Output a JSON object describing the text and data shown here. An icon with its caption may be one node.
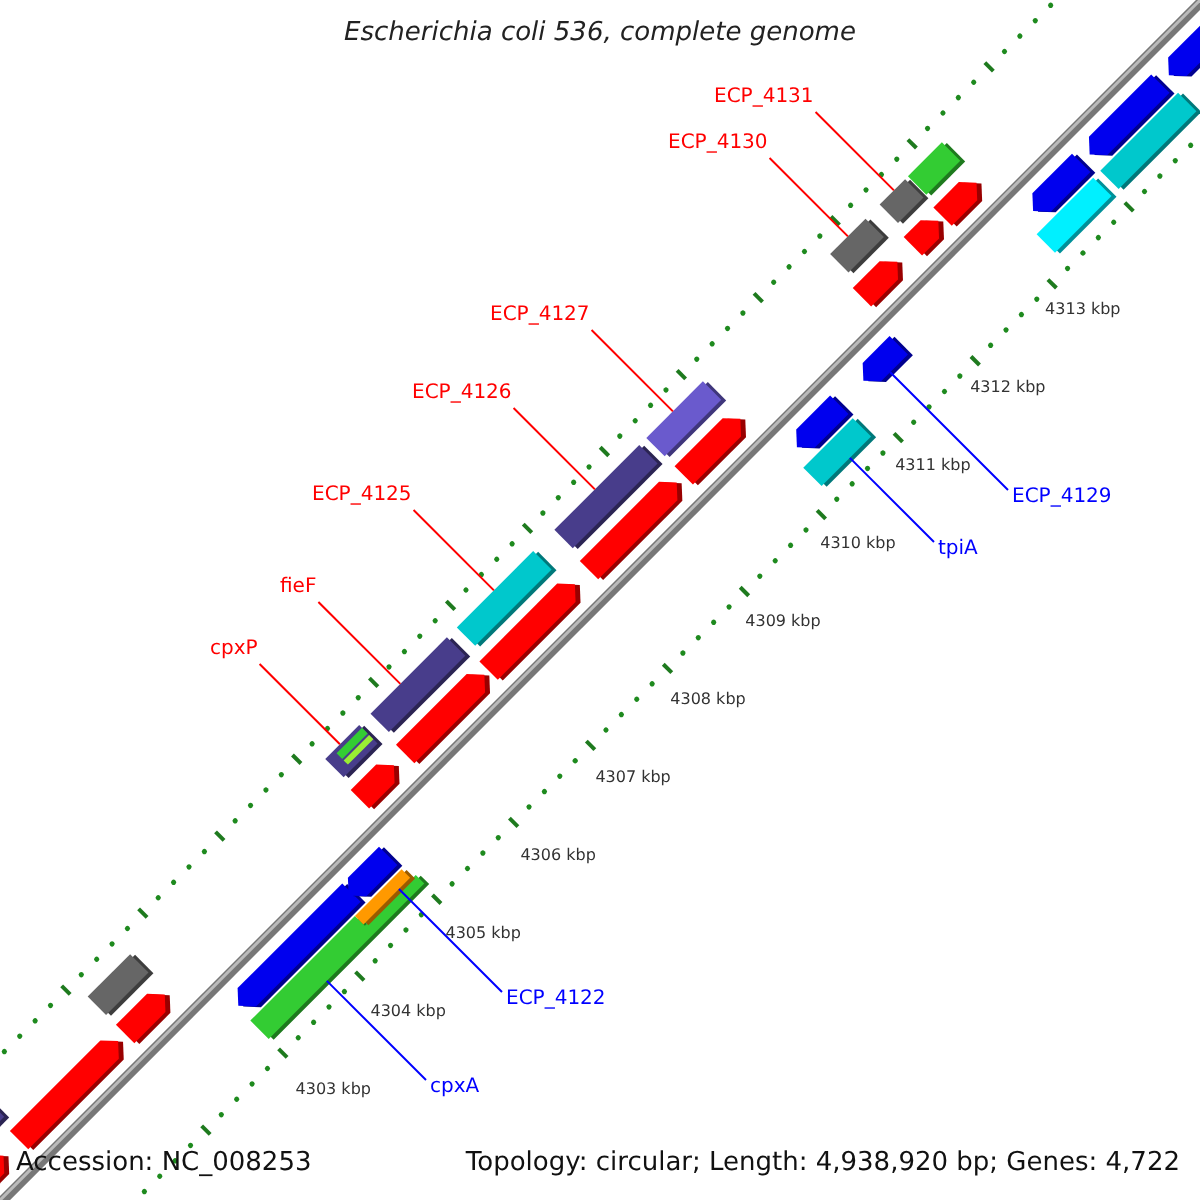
{
  "diagram": {
    "title": "Escherichia coli 536, complete genome",
    "nodes": [
      {
        "text": [
          "ECP_4131"
        ]
      },
      {
        "text": [],
        "shape": "bar"
      },
      {
        "text": [
          "ECP_4130"
        ]
      },
      {
        "text": [],
        "shape": "bar"
      },
      {
        "text": [
          "ECP_4127"
        ]
      },
      {
        "text": [],
        "shape": "bar"
      },
      {
        "text": [
          "ECP_4126"
        ]
      },
      {
        "text": [],
        "shape": "bar"
      },
      {
        "text": [
          "ECP_4125"
        ]
      },
      {
        "text": [],
        "shape": "bar"
      },
      {
        "text": [
          "fieF"
        ]
      },
      {
        "text": [],
        "shape": "bar"
      },
      {
        "text": [
          "cpxP"
        ]
      },
      {
        "text": [],
        "shape": "bar"
      },
      {
        "text": [
          "ECP_4129"
        ]
      },
      {
        "text": [],
        "shape": "pentagon"
      },
      {
        "text": [
          "tpiA"
        ]
      },
      {
        "text": [],
        "shape": "bar"
      },
      {
        "text": [
          "ECP_4122"
        ]
      },
      {
        "text": [],
        "shape": "bar"
      },
      {
        "text": [
          "cpxA"
        ]
      },
      {
        "text": [],
        "shape": "bar"
      },
      {
        "text": [],
        "shape": "pentagon"
      },
      {
        "text": [],
        "shape": "bar"
      },
      {
        "text": [],
        "shape": "pentagon"
      },
      {
        "text": [],
        "shape": "bar"
      },
      {
        "text": [],
        "shape": "pentagon"
      },
      {
        "text": [],
        "shape": "pentagon"
      },
      {
        "text": [],
        "shape": "pentagon"
      },
      {
        "text": [],
        "shape": "pentagon"
      },
      {
        "text": [],
        "shape": "pentagon"
      },
      {
        "text": [],
        "shape": "pentagon"
      },
      {
        "text": [],
        "shape": "pentagon"
      },
      {
        "text": [],
        "shape": "pentagon"
      },
      {
        "text": [],
        "shape": "pentagon"
      },
      {
        "text": [],
        "shape": "pentagon"
      },
      {
        "text": [],
        "shape": "pentagon"
      },
      {
        "text": [],
        "shape": "pentagon"
      },
      {
        "text": [],
        "shape": "bar"
      },
      {
        "text": [],
        "shape": "bar"
      },
      {
        "text": [],
        "shape": "pentagon"
      },
      {
        "text": [],
        "shape": "bar"
      },
      {
        "text": [],
        "shape": "pentagon"
      },
      {
        "text": [],
        "shape": "pentagon"
      }
    ],
    "edges": [
      {
        "from": 0,
        "to": 1,
        "arrow": "none"
      },
      {
        "from": 2,
        "to": 3,
        "arrow": "none"
      },
      {
        "from": 4,
        "to": 5,
        "arrow": "none"
      },
      {
        "from": 6,
        "to": 7,
        "arrow": "none"
      },
      {
        "from": 8,
        "to": 9,
        "arrow": "none"
      },
      {
        "from": 10,
        "to": 11,
        "arrow": "none"
      },
      {
        "from": 12,
        "to": 13,
        "arrow": "none"
      },
      {
        "from": 14,
        "to": 15,
        "arrow": "none",
        "color": "#0000ff"
      },
      {
        "from": 16,
        "to": 17,
        "arrow": "none",
        "color": "#0000ff"
      },
      {
        "from": 18,
        "to": 19,
        "arrow": "none",
        "color": "#0000ff"
      },
      {
        "from": 20,
        "to": 21,
        "arrow": "none",
        "color": "#0000ff"
      }
    ],
    "labels": [
      "4313 kbp",
      "4312 kbp",
      "4311 kbp",
      "4310 kbp",
      "4309 kbp",
      "4308 kbp",
      "4307 kbp",
      "4306 kbp",
      "4305 kbp",
      "4304 kbp",
      "4303 kbp",
      "Accession: NC_008253",
      "Topology: circular; Length: 4,938,920 bp; Genes: 4,722"
    ]
  }
}
